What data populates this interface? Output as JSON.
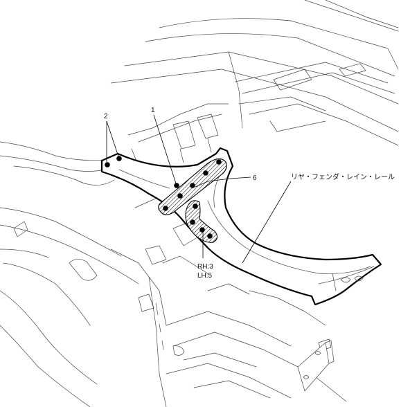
{
  "labels": {
    "callout_1": "1",
    "callout_2": "2",
    "callout_6": "6",
    "part_name": "リヤ・フェンダ・レイン・レール",
    "rh_count": "RH:3",
    "lh_count": "LH:5"
  },
  "colors": {
    "outline": "#000000",
    "sketch": "#444444",
    "background": "#ffffff"
  }
}
